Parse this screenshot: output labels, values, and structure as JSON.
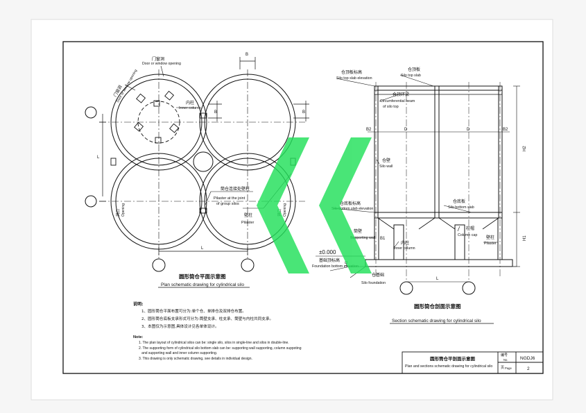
{
  "colors": {
    "paper": "#ffffff",
    "ink": "#111111",
    "watermark": "#22e05a"
  },
  "plan": {
    "door_cn": "门窗洞",
    "door_en": "Door or window opening",
    "door2_cn": "门窗洞",
    "door2_en": "Door or window opening",
    "inner_col_cn": "内柱",
    "inner_col_en": "Inner column",
    "pilaster_joint_cn": "筒仓连接处壁柱",
    "pilaster_joint_en1": "Pilaster at the joint",
    "pilaster_joint_en2": "of group silos",
    "pilaster_cn": "壁柱",
    "pilaster_en": "Pilaster",
    "opening_cn": "洞口",
    "opening_en": "Opening",
    "opening2_cn": "洞口",
    "opening2_en": "Opening",
    "dim_B": "B",
    "dim_L": "L",
    "title_cn": "圆形筒仓平面示意图",
    "title_en": "Plan schematic drawing for cylindrical silo"
  },
  "section": {
    "top_elev_cn": "仓顶板标高",
    "top_elev_en": "Silo top slab elevation",
    "top_slab_cn": "仓顶板",
    "top_slab_en": "Silo top slab",
    "ring_cn": "仓顶环梁",
    "ring_en1": "Circumferential beam",
    "ring_en2": "of silo top",
    "wall_cn": "仓壁",
    "wall_en": "Silo wall",
    "bottom_elev_cn": "仓底板标高",
    "bottom_elev_en": "Silo bottom slab elevation",
    "bottom_slab_cn": "仓底板",
    "bottom_slab_en": "Silo bottom slab",
    "support_wall_cn": "筒壁",
    "support_wall_en": "Supporting wall",
    "inner_col_cn": "内柱",
    "inner_col_en": "Inner column",
    "col_cap_cn": "柱帽",
    "col_cap_en": "Column cap",
    "pilaster_cn": "壁柱",
    "pilaster_en": "Pilaster",
    "zero": "±0.000",
    "found_elev_cn": "基础顶标高",
    "found_elev_en": "Foundation bottom elevation",
    "found_cn": "仓基础",
    "found_en": "Silo foundation",
    "B2": "B2",
    "D": "D",
    "B1": "B1",
    "H1": "H1",
    "H2": "H2",
    "L": "L",
    "title_cn": "圆形筒仓剖面示意图",
    "title_en": "Section schematic drawing for cylindrical silo"
  },
  "notes": {
    "cn_head": "说明:",
    "cn": [
      "1、圆形筒仓平面布置可分为:单个仓、单排仓及双排仓布置。",
      "2、圆形筒仓底板支承形式可分为:筒壁支承、柱支承、筒壁与内柱共同支承。",
      "3、本图仅为示意图,具体设计见各单体设计。"
    ],
    "en_head": "Note:",
    "en": [
      "1. The plan layout of cylindrical silos can be: single silo, silos in single-line and silos in double-line.",
      "2. The supporting form of cylindrical silo bottom slab can be: supporting wall supporting, column suppoting",
      "   and supporting wall and inner column supporting.",
      "3. This drawing is only schematic drawing, see details in individual design."
    ]
  },
  "titleblock": {
    "title_cn": "圆形筒仓平剖面示意图",
    "title_en": "Plan and sections schematic drawing for cylindrical silo",
    "no_cn": "编号",
    "no_en": "No.",
    "no_val": "NGDJ6",
    "page_cn": "页",
    "page_en": "Page",
    "page_val": "2"
  }
}
